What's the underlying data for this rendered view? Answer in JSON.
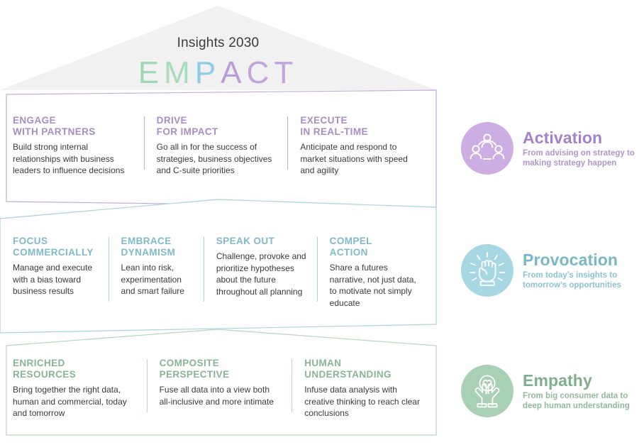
{
  "roof": {
    "title": "Insights 2030",
    "wordmark": [
      {
        "letter": "E",
        "color": "#9fd9b4"
      },
      {
        "letter": "M",
        "color": "#a9dcbb"
      },
      {
        "letter": "P",
        "color": "#8ccde4"
      },
      {
        "letter": "A",
        "color": "#bb9ad8"
      },
      {
        "letter": "C",
        "color": "#c3a3dd"
      },
      {
        "letter": "T",
        "color": "#c3a3dd"
      }
    ],
    "fill": "#f1f1f1"
  },
  "colors": {
    "purple": "#a88cc4",
    "purple_border": "#c6a9dd",
    "teal": "#7fb9cc",
    "teal_border": "#a6d4e0",
    "green": "#86b596",
    "green_border": "#b6d6bf",
    "body_text": "#3a3a3a"
  },
  "tiers": [
    {
      "name": "activation",
      "accent": "#a88cc4",
      "border": "#c6a9dd",
      "columns": [
        {
          "title_line1": "ENGAGE",
          "title_line2": "WITH PARTNERS",
          "body": "Build strong internal relationships with business leaders to influence decisions"
        },
        {
          "title_line1": "DRIVE",
          "title_line2": "FOR IMPACT",
          "body": "Go all in for the success of strategies, business objectives and C-suite priorities"
        },
        {
          "title_line1": "EXECUTE",
          "title_line2": "IN REAL-TIME",
          "body": "Anticipate and respond to market situations with speed and agility"
        }
      ]
    },
    {
      "name": "provocation",
      "accent": "#7fb9cc",
      "border": "#a6d4e0",
      "columns": [
        {
          "title_line1": "FOCUS",
          "title_line2": "COMMERCIALLY",
          "body": "Manage and execute with a bias toward business results"
        },
        {
          "title_line1": "EMBRACE",
          "title_line2": "DYNAMISM",
          "body": "Lean into risk, experimentation and smart failure"
        },
        {
          "title_line1": "SPEAK OUT",
          "title_line2": "",
          "body": "Challenge, provoke and prioritize hypotheses about the future throughout all planning"
        },
        {
          "title_line1": "COMPEL",
          "title_line2": "ACTION",
          "body": "Share a futures narrative, not just data, to motivate not simply educate"
        }
      ]
    },
    {
      "name": "empathy",
      "accent": "#86b596",
      "border": "#b6d6bf",
      "columns": [
        {
          "title_line1": "ENRICHED",
          "title_line2": "RESOURCES",
          "body": "Bring together the right data, human and commercial, today and tomorrow"
        },
        {
          "title_line1": "COMPOSITE",
          "title_line2": "PERSPECTIVE",
          "body": "Fuse all data into a view both all-inclusive and more intimate"
        },
        {
          "title_line1": "HUMAN",
          "title_line2": "UNDERSTANDING",
          "body": "Infuse data analysis with creative thinking to reach clear conclusions"
        }
      ]
    }
  ],
  "badges": [
    {
      "icon": "people-network-icon",
      "title": "Activation",
      "subtitle": "From advising on strategy to making strategy happen",
      "circle_fill": "#cdaee3",
      "title_color": "#a480c4",
      "sub_color": "#b294cf"
    },
    {
      "icon": "raised-fist-icon",
      "title": "Provocation",
      "subtitle": "From today’s insights to tomorrow’s opportunities",
      "circle_fill": "#a8d7e4",
      "title_color": "#79b6c9",
      "sub_color": "#8cc3d3"
    },
    {
      "icon": "hands-heart-icon",
      "title": "Empathy",
      "subtitle": "From big consumer data to deep human understanding",
      "circle_fill": "#a9cfb4",
      "title_color": "#7fae8f",
      "sub_color": "#8fba9d"
    }
  ]
}
